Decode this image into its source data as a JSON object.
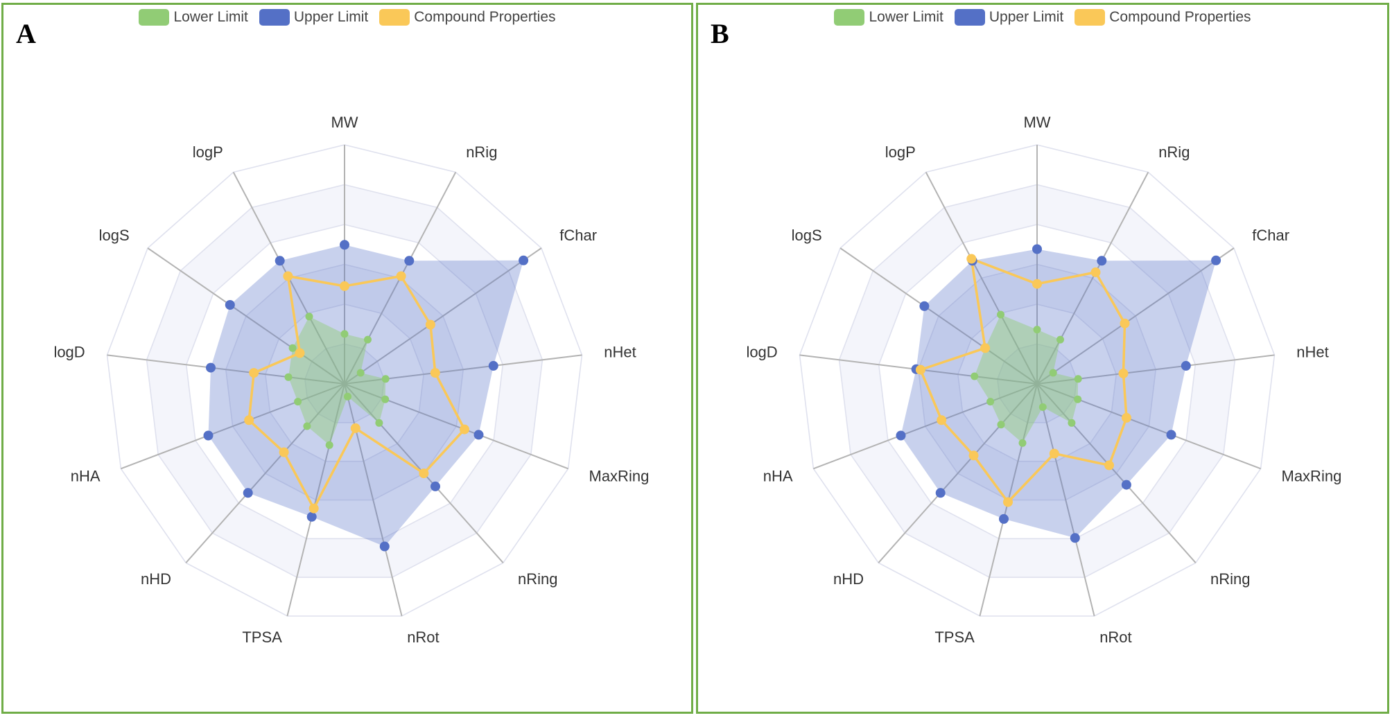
{
  "chart_data": [
    {
      "type": "radar",
      "panel_label": "A",
      "axes": [
        "MW",
        "nRig",
        "fChar",
        "nHet",
        "MaxRing",
        "nRing",
        "nRot",
        "TPSA",
        "nHD",
        "nHA",
        "logD",
        "logS",
        "logP"
      ],
      "rmax": 1.1,
      "grid_levels": 6,
      "legend_placement": "top",
      "series": [
        {
          "name": "Lower Limit",
          "color": "#91cc75",
          "values": [
            0.23,
            0.23,
            0.09,
            0.19,
            0.2,
            0.24,
            0.06,
            0.29,
            0.26,
            0.23,
            0.26,
            0.29,
            0.35
          ]
        },
        {
          "name": "Upper Limit",
          "color": "#5470c6",
          "values": [
            0.64,
            0.64,
            1.0,
            0.69,
            0.66,
            0.63,
            0.77,
            0.63,
            0.67,
            0.67,
            0.62,
            0.64,
            0.64
          ]
        },
        {
          "name": "Compound Properties",
          "color": "#fac858",
          "values": [
            0.45,
            0.56,
            0.48,
            0.42,
            0.59,
            0.55,
            0.21,
            0.59,
            0.42,
            0.47,
            0.42,
            0.25,
            0.56
          ]
        }
      ]
    },
    {
      "type": "radar",
      "panel_label": "B",
      "axes": [
        "MW",
        "nRig",
        "fChar",
        "nHet",
        "MaxRing",
        "nRing",
        "nRot",
        "TPSA",
        "nHD",
        "nHA",
        "logD",
        "logS",
        "logP"
      ],
      "rmax": 1.1,
      "grid_levels": 6,
      "legend_placement": "top",
      "series": [
        {
          "name": "Lower Limit",
          "color": "#91cc75",
          "values": [
            0.25,
            0.23,
            0.09,
            0.19,
            0.2,
            0.24,
            0.11,
            0.28,
            0.25,
            0.23,
            0.29,
            0.29,
            0.36
          ]
        },
        {
          "name": "Upper Limit",
          "color": "#5470c6",
          "values": [
            0.62,
            0.64,
            1.0,
            0.69,
            0.66,
            0.62,
            0.73,
            0.64,
            0.67,
            0.67,
            0.56,
            0.63,
            0.64
          ]
        },
        {
          "name": "Compound Properties",
          "color": "#fac858",
          "values": [
            0.46,
            0.58,
            0.49,
            0.4,
            0.44,
            0.5,
            0.33,
            0.56,
            0.44,
            0.47,
            0.54,
            0.29,
            0.65
          ]
        }
      ]
    }
  ]
}
